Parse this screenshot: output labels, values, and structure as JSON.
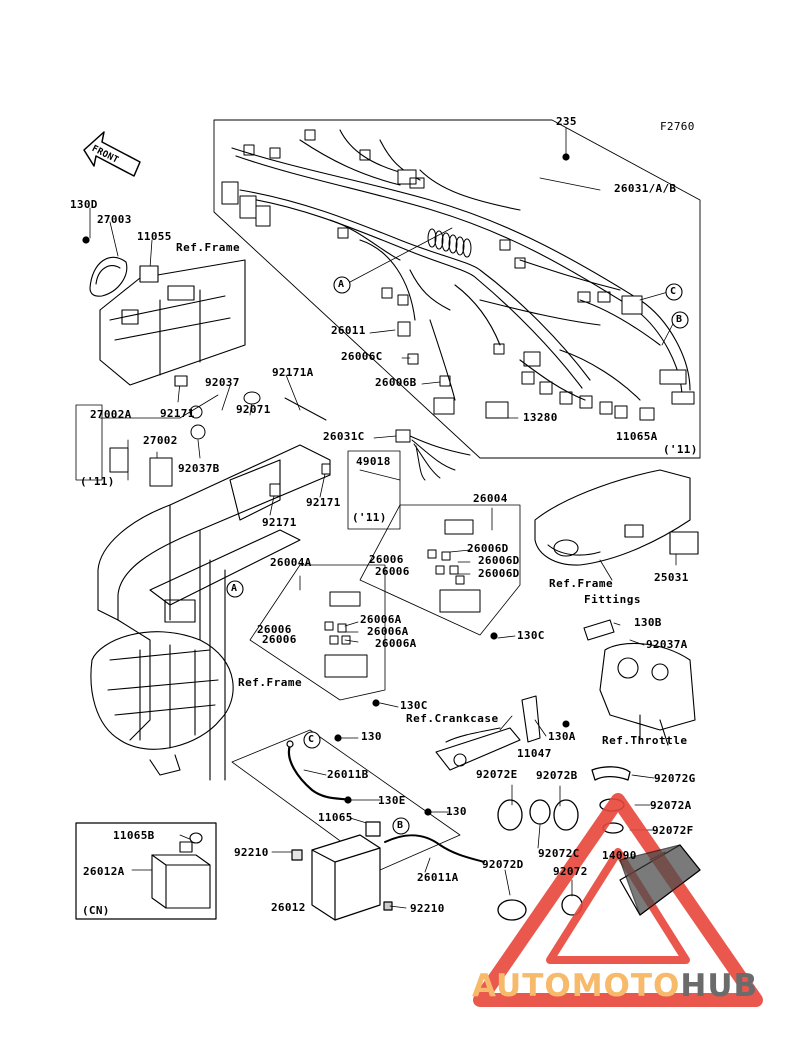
{
  "diagram_code": "F2760",
  "front_arrow_text": "FRONT",
  "callouts": {
    "a": "A",
    "b": "B",
    "c": "C"
  },
  "part_labels": {
    "p235": "235",
    "p26031ab": "26031/A/B",
    "p130d": "130D",
    "p27003": "27003",
    "p11055": "11055",
    "p26011": "26011",
    "p26006c": "26006C",
    "p26006b": "26006B",
    "p13280": "13280",
    "p11065a": "11065A",
    "p11_harness": "('11)",
    "p92171a": "92171A",
    "p92037": "92037",
    "p92071": "92071",
    "p92171_1": "92171",
    "p27002a": "27002A",
    "p27002": "27002",
    "p11_relay": "('11)",
    "p92037b": "92037B",
    "p26031c": "26031C",
    "p49018": "49018",
    "p11_49018": "('11)",
    "p92171_2": "92171",
    "p92171_3": "92171",
    "p26004": "26004",
    "p26006_1": "26006",
    "p26006_2": "26006",
    "p26006d_1": "26006D",
    "p26006d_2": "26006D",
    "p26006d_3": "26006D",
    "p25031": "25031",
    "p26004a": "26004A",
    "p26006_3": "26006",
    "p26006_4": "26006",
    "p26006a_1": "26006A",
    "p26006a_2": "26006A",
    "p26006a_3": "26006A",
    "p130c_1": "130C",
    "p130b": "130B",
    "p92037a": "92037A",
    "p130c_2": "130C",
    "p130a": "130A",
    "p11047": "11047",
    "p130_1": "130",
    "p26011b": "26011B",
    "p130e": "130E",
    "p92072e": "92072E",
    "p92072b": "92072B",
    "p92072g": "92072G",
    "p92072a": "92072A",
    "p92072f": "92072F",
    "p11065": "11065",
    "p130_2": "130",
    "p11065b": "11065B",
    "p26012a": "26012A",
    "p_cn": "(CN)",
    "p92210_1": "92210",
    "p26011a": "26011A",
    "p92072c": "92072C",
    "p14090": "14090",
    "p92072d": "92072D",
    "p92072": "92072",
    "p26012": "26012",
    "p92210_2": "92210"
  },
  "references": {
    "ref_frame_top": "Ref.Frame",
    "ref_frame_fittings_1": "Ref.Frame",
    "ref_frame_fittings_2": "Fittings",
    "ref_frame_mid": "Ref.Frame",
    "ref_crankcase": "Ref.Crankcase",
    "ref_throttle": "Ref.Throttle"
  },
  "watermark": {
    "part1": "AUTOMOTO",
    "part2": "HUB",
    "color_light": "#f7b96a",
    "color_dark": "#6b6b6b",
    "triangle_color": "#e8473a"
  }
}
